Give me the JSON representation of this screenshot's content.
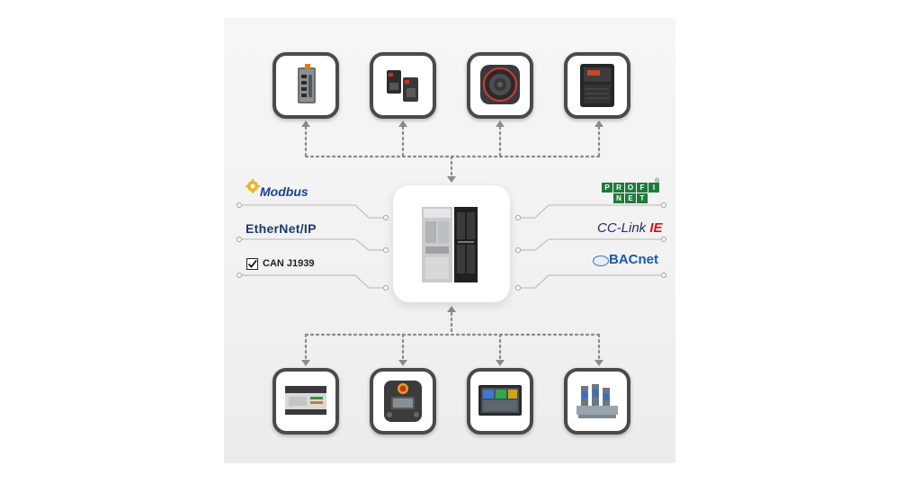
{
  "diagram": {
    "controller": {
      "icon": "plc-controller-icon"
    },
    "top_devices": [
      {
        "icon": "ethernet-switch-icon"
      },
      {
        "icon": "photoelectric-sensor-icon"
      },
      {
        "icon": "speaker-icon"
      },
      {
        "icon": "inverter-drive-icon"
      }
    ],
    "bottom_devices": [
      {
        "icon": "remote-io-module-icon"
      },
      {
        "icon": "handheld-pendant-icon"
      },
      {
        "icon": "hmi-touch-panel-icon"
      },
      {
        "icon": "valve-manifold-icon"
      }
    ],
    "protocols_left": {
      "modbus": "Modbus",
      "ethernet_ip": "EtherNet/IP",
      "can": "CAN J1939"
    },
    "protocols_right": {
      "profinet_top": [
        "P",
        "R",
        "O",
        "F",
        "I"
      ],
      "profinet_bottom": [
        "N",
        "E",
        "T"
      ],
      "profinet_reg": "®",
      "cclink_main": "CC-Link ",
      "cclink_suffix": "IE",
      "bacnet": "BACnet"
    },
    "colors": {
      "device_border": "#4a4a4a",
      "connector": "#8a8a8a",
      "profinet_green": "#1f7a3a",
      "cclink_red": "#d0121b",
      "modbus_blue": "#1b3f8f"
    }
  }
}
